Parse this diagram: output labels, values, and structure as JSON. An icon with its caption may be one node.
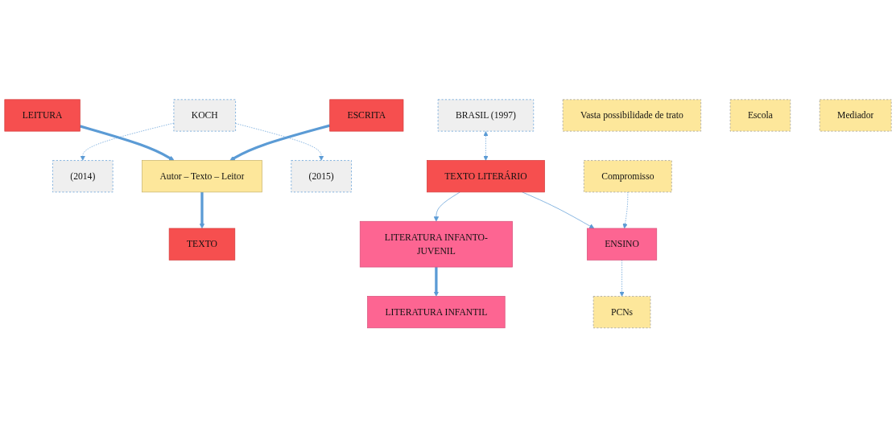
{
  "diagram": {
    "nodes": [
      {
        "text": [
          "LEITURA"
        ]
      },
      {
        "text": [
          "(2014)"
        ]
      },
      {
        "text": [
          "KOCH"
        ]
      },
      {
        "text": [
          "Autor – Texto – Leitor"
        ]
      },
      {
        "text": [
          "ESCRITA"
        ]
      },
      {
        "text": [
          "(2015)"
        ]
      },
      {
        "text": [
          "TEXTO"
        ]
      },
      {
        "text": [
          "BRASIL (1997)"
        ]
      },
      {
        "text": [
          "TEXTO LITERÁRIO"
        ]
      },
      {
        "text": [
          "LITERATURA INFANTO-JUVENIL"
        ]
      },
      {
        "text": [
          "PCNs"
        ]
      },
      {
        "text": [
          "Vasta possibilidade de trato"
        ]
      },
      {
        "text": [
          "ENSINO"
        ]
      },
      {
        "text": [
          "Escola"
        ]
      },
      {
        "text": [
          "Mediador"
        ]
      },
      {
        "text": [
          "LITERATURA INFANTIL"
        ]
      },
      {
        "text": [
          "Compromisso"
        ]
      }
    ],
    "edges": [
      {
        "from": 2,
        "to": 1,
        "arrow": "to",
        "style": "dashed"
      },
      {
        "from": 2,
        "to": 5,
        "arrow": "to",
        "style": "dashed"
      },
      {
        "from": 0,
        "to": 3,
        "arrow": "to",
        "style": "thick"
      },
      {
        "from": 4,
        "to": 3,
        "arrow": "to",
        "style": "thick"
      },
      {
        "from": 3,
        "to": 6,
        "arrow": "to",
        "style": "thick"
      },
      {
        "from": 7,
        "to": 8,
        "arrow": "both",
        "style": "dashed"
      },
      {
        "from": 8,
        "to": 9,
        "arrow": "to"
      },
      {
        "from": 8,
        "to": 12,
        "arrow": "to"
      },
      {
        "from": 9,
        "to": 15,
        "arrow": "to",
        "style": "thick"
      },
      {
        "from": 12,
        "to": 10,
        "arrow": "to",
        "style": "dashed"
      },
      {
        "from": 16,
        "to": 12,
        "arrow": "to",
        "style": "dashed"
      }
    ]
  }
}
